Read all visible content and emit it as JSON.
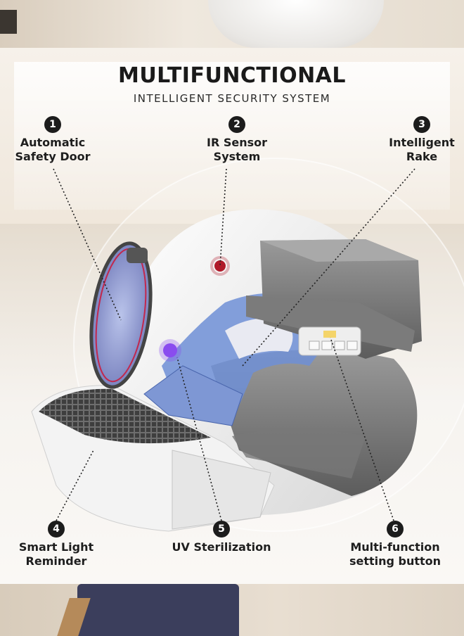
{
  "header": {
    "title": "MULTIFUNCTIONAL",
    "subtitle": "INTELLIGENT SECURITY SYSTEM"
  },
  "features": [
    {
      "number": "1",
      "label": "Automatic\nSafety Door"
    },
    {
      "number": "2",
      "label": "IR Sensor\nSystem"
    },
    {
      "number": "3",
      "label": "Intelligent\nRake"
    },
    {
      "number": "4",
      "label": "Smart Light\nReminder"
    },
    {
      "number": "5",
      "label": "UV Sterilization"
    },
    {
      "number": "6",
      "label": "Multi-function\nsetting button"
    }
  ],
  "colors": {
    "badge": "#1c1c1c",
    "rake_blue": "#6f8fd6",
    "shell_white": "#f4f4f4",
    "grey_parts": "#8a8a8a",
    "ir_red": "#b01a2a",
    "uv_purple": "#8a4cf0"
  }
}
